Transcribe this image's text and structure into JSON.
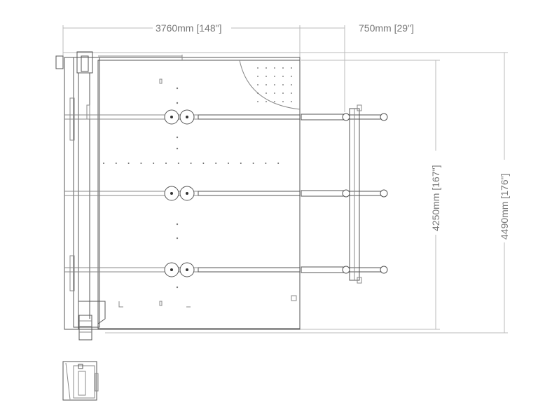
{
  "dimensions": {
    "table_width": "3760mm [148\"]",
    "extension_width": "750mm [29\"]",
    "table_depth": "4250mm [167\"]",
    "overall_depth": "4490mm [176\"]"
  },
  "colors": {
    "line_dark": "#555555",
    "line_light": "#bbbbbb",
    "text": "#777777"
  }
}
